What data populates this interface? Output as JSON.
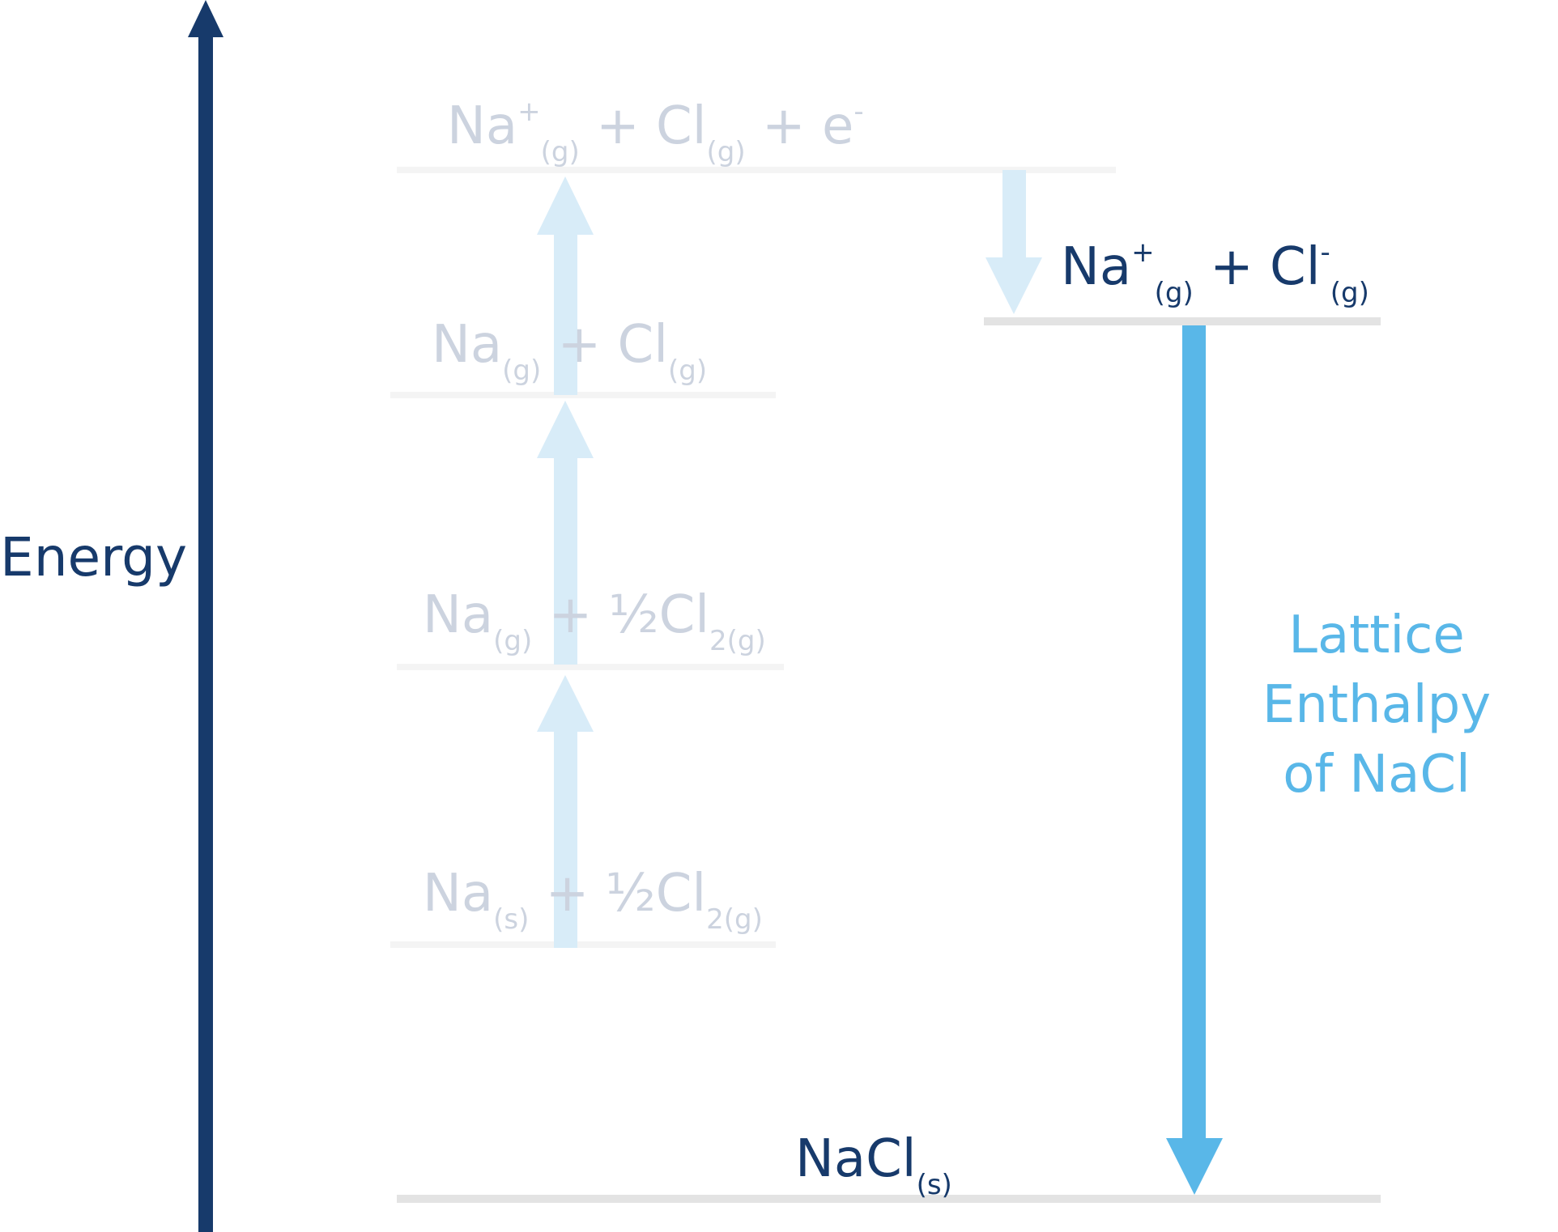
{
  "axis": {
    "label": "Energy"
  },
  "levels": {
    "ionised": {
      "a": "Na",
      "a_sup": "+",
      "a_sub": "(g)",
      "op1": "+",
      "b": "Cl",
      "b_sub": "(g)",
      "op2": "+",
      "c": "e",
      "c_sup": "-"
    },
    "gas_atoms": {
      "a": "Na",
      "a_sub": "(g)",
      "op": "+",
      "b": "Cl",
      "b_sub": "(g)"
    },
    "atomised_na": {
      "a": "Na",
      "a_sub": "(g)",
      "op": "+",
      "b": "½Cl",
      "b_sub": "2(g)"
    },
    "elements": {
      "a": "Na",
      "a_sub": "(s)",
      "op": "+",
      "b": "½Cl",
      "b_sub": "2(g)"
    },
    "gaseous_ions": {
      "a": "Na",
      "a_sup": "+",
      "a_sub": "(g)",
      "op": "+",
      "b": "Cl",
      "b_sup": "-",
      "b_sub": "(g)"
    },
    "solid": {
      "a": "NaCl",
      "a_sub": "(s)"
    }
  },
  "lattice_label": {
    "line1": "Lattice",
    "line2": "Enthalpy",
    "line3": "of NaCl"
  },
  "colors": {
    "axis": "#173a6b",
    "faded_text": "#ccd3df",
    "faded_arrow": "#d8ecf8",
    "lattice_arrow": "#59b7e8",
    "level_line": "#e3e3e3",
    "faded_line": "#f4f4f4"
  }
}
